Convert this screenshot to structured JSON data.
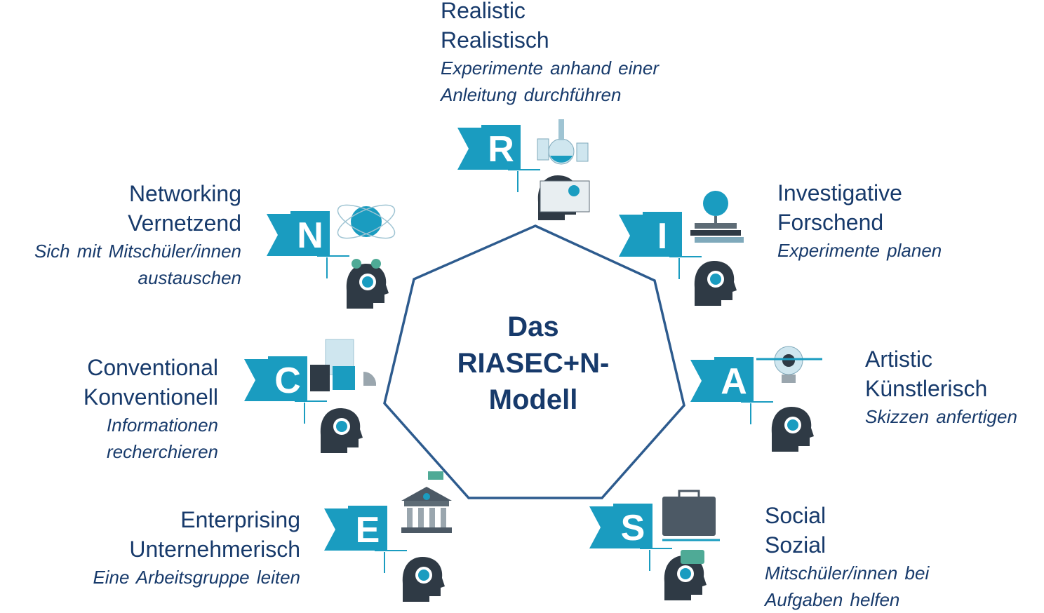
{
  "center_title": [
    "Das",
    "RIASEC+N-",
    "Modell"
  ],
  "colors": {
    "accent": "#1a9cc0",
    "navy": "#173a6b",
    "head": "#2f3a45",
    "outline": "#2d5b8e"
  },
  "types": [
    {
      "id": "R",
      "letter": "R",
      "title": "Realistic",
      "german": "Realistisch",
      "desc": [
        "Experimente anhand einer",
        "Anleitung durchführen"
      ],
      "icon": "lab-flask-icon",
      "head_icon": "head-reading-icon"
    },
    {
      "id": "I",
      "letter": "I",
      "title": "Investigative",
      "german": "Forschend",
      "desc": [
        "Experimente planen"
      ],
      "icon": "globe-books-icon",
      "head_icon": "head-brain-icon"
    },
    {
      "id": "A",
      "letter": "A",
      "title": "Artistic",
      "german": "Künstlerisch",
      "desc": [
        "Skizzen anfertigen"
      ],
      "icon": "lightbulb-gear-icon",
      "head_icon": "head-rocket-icon"
    },
    {
      "id": "S",
      "letter": "S",
      "title": "Social",
      "german": "Sozial",
      "desc": [
        "Mitschüler/innen bei",
        "Aufgaben helfen"
      ],
      "icon": "briefcase-icon",
      "head_icon": "head-chat-icon"
    },
    {
      "id": "E",
      "letter": "E",
      "title": "Enterprising",
      "german": "Unternehmerisch",
      "desc": [
        "Eine Arbeitsgruppe leiten"
      ],
      "icon": "bank-building-icon",
      "head_icon": "head-group-icon"
    },
    {
      "id": "C",
      "letter": "C",
      "title": "Conventional",
      "german": "Konventionell",
      "desc": [
        "Informationen",
        "recherchieren"
      ],
      "icon": "calculator-chart-icon",
      "head_icon": "head-gear-icon"
    },
    {
      "id": "N",
      "letter": "N",
      "title": "Networking",
      "german": "Vernetzend",
      "desc": [
        "Sich mit Mitschüler/innen",
        "austauschen"
      ],
      "icon": "network-globe-icon",
      "head_icon": "heads-gears-icon"
    }
  ]
}
